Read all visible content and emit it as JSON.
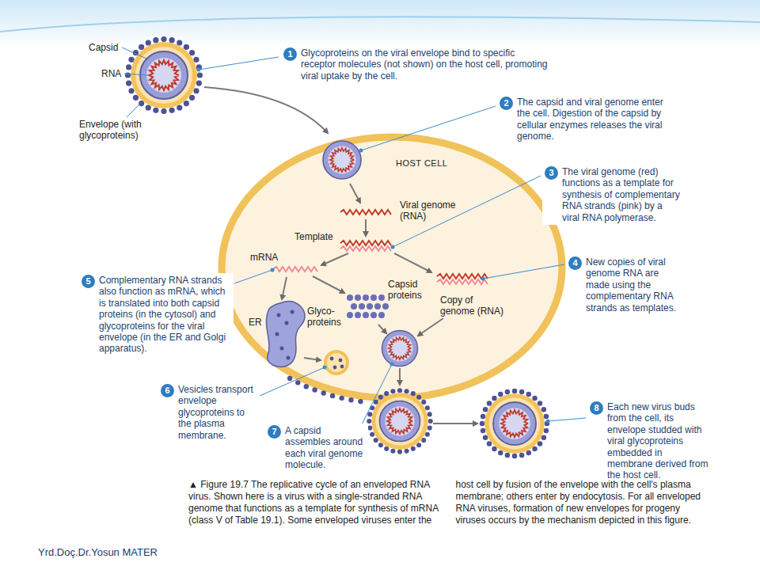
{
  "diagram": {
    "caption": "▲ Figure 19.7 The replicative cycle of an enveloped RNA virus. Shown here is a virus with a single-stranded RNA genome that functions as a template for synthesis of mRNA (class V of Table 19.1). Some enveloped viruses enter the host cell by fusion of the envelope with the cell's plasma membrane; others enter by endocytosis. For all enveloped RNA viruses, formation of new envelopes for progeny viruses occurs by the mechanism depicted in this figure.",
    "nodes": [
      {
        "text": [
          "1",
          "Glycoproteins on the viral envelope bind to specific receptor molecules (not shown) on the host cell, promoting viral uptake by the cell."
        ]
      },
      {
        "text": [
          "2",
          "The capsid and viral genome enter the cell. Digestion of the capsid by cellular enzymes releases the viral genome."
        ]
      },
      {
        "text": [
          "3",
          "The viral genome (red) functions as a template for synthesis of complementary RNA strands (pink) by a viral RNA polymerase."
        ]
      },
      {
        "text": [
          "4",
          "New copies of viral genome RNA are made using the complementary RNA strands as templates."
        ]
      },
      {
        "text": [
          "5",
          "Complementary RNA strands also function as mRNA, which is translated into both capsid proteins (in the cytosol) and glycoproteins for the viral envelope (in the ER and Golgi apparatus)."
        ]
      },
      {
        "text": [
          "6",
          "Vesicles transport envelope glycoproteins to the plasma membrane."
        ]
      },
      {
        "text": [
          "7",
          "A capsid assembles around each viral genome molecule."
        ]
      },
      {
        "text": [
          "8",
          "Each new virus buds from the cell, its envelope studded with viral glycoproteins embedded in membrane derived from the host cell."
        ]
      }
    ],
    "labels": [
      "Capsid",
      "RNA",
      "Envelope (with glycoproteins)",
      "HOST CELL",
      "Viral genome (RNA)",
      "Template",
      "mRNA",
      "Capsid proteins",
      "Glyco-proteins",
      "ER",
      "Copy of genome (RNA)",
      "Yrd.Doç.Dr.Yosun MATER"
    ]
  }
}
